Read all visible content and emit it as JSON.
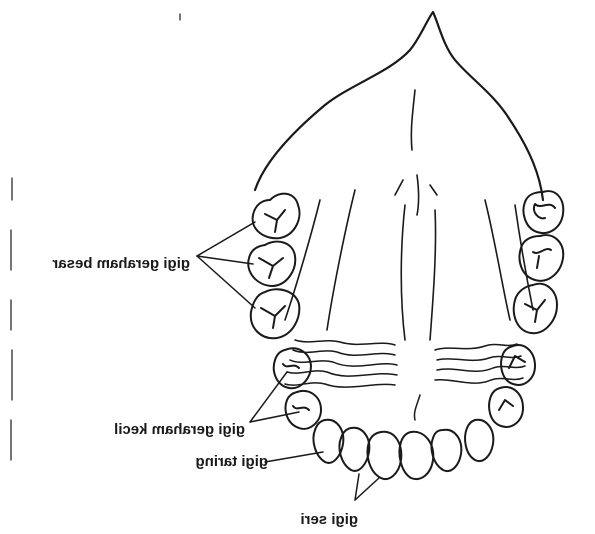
{
  "labels": {
    "molars": "gigi geraham besar",
    "premolars": "gigi geraham kecil",
    "canine": "gigi taring",
    "incisors": "gigi seri"
  },
  "colors": {
    "ink": "#1a1a1a",
    "background": "#ffffff"
  }
}
